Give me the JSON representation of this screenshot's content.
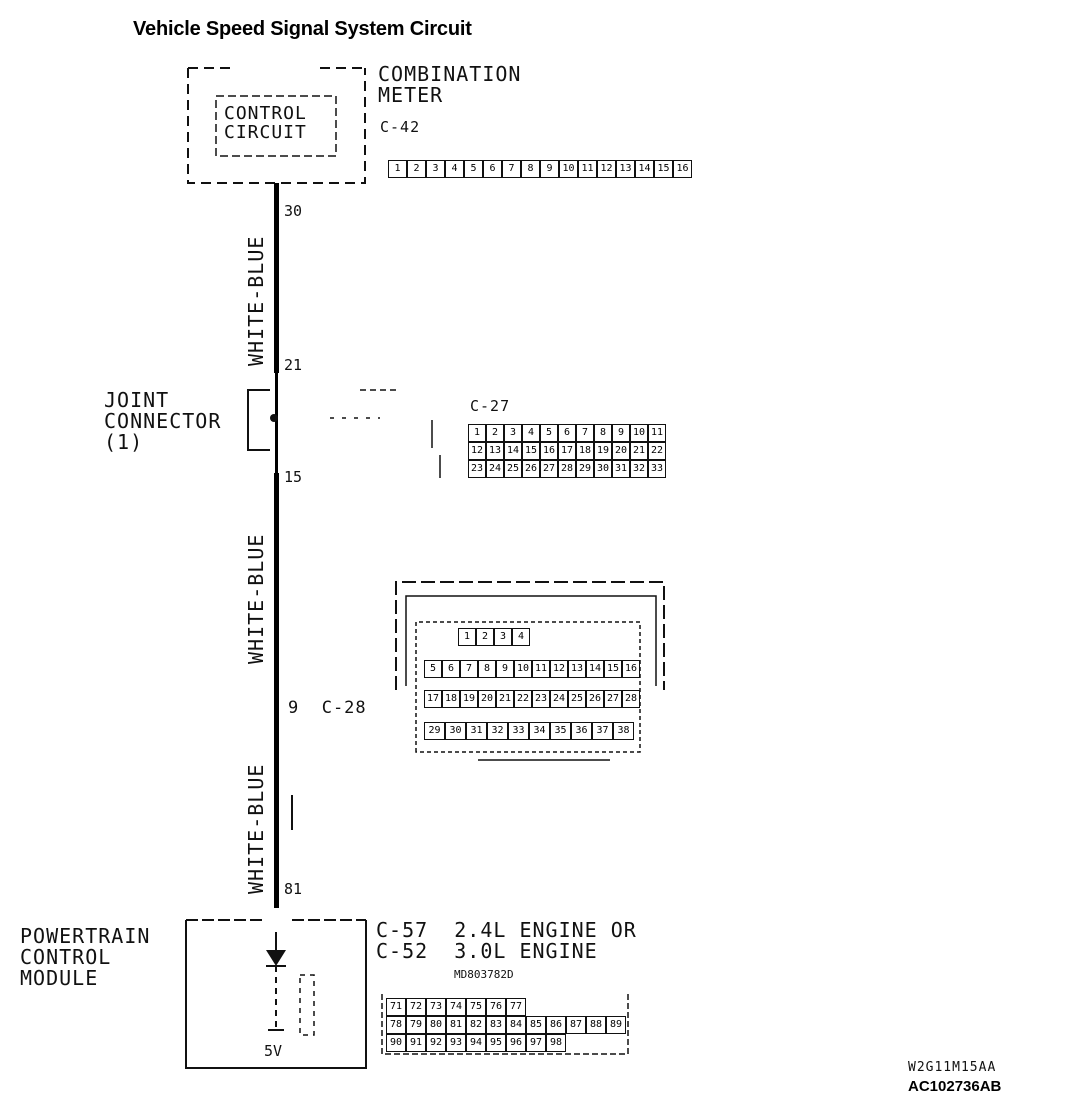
{
  "title": "Vehicle Speed Signal System Circuit",
  "combination_meter": {
    "label": "COMBINATION\nMETER",
    "connector": "C-42",
    "inner_box": "CONTROL\nCIRCUIT",
    "pin_top": "30",
    "cells": [
      "1",
      "2",
      "3",
      "4",
      "5",
      "6",
      "7",
      "8",
      "9",
      "10",
      "11",
      "12",
      "13",
      "14",
      "15",
      "16"
    ]
  },
  "wire_colors": {
    "segment1": "WHITE-BLUE",
    "segment2": "WHITE-BLUE",
    "segment3": "WHITE-BLUE"
  },
  "joint_connector": {
    "label": "JOINT\nCONNECTOR\n(1)",
    "connector": "C-27",
    "pin_in": "21",
    "pin_out": "15",
    "cells_row1": [
      "1",
      "2",
      "3",
      "4",
      "5",
      "6",
      "7",
      "8",
      "9",
      "10",
      "11"
    ],
    "cells_row2": [
      "12",
      "13",
      "14",
      "15",
      "16",
      "17",
      "18",
      "19",
      "20",
      "21",
      "22"
    ],
    "cells_row3": [
      "23",
      "24",
      "25",
      "26",
      "27",
      "28",
      "29",
      "30",
      "31",
      "32",
      "33"
    ]
  },
  "mid_connector": {
    "label": "9  C-28",
    "cells_row1": [
      "1",
      "2",
      "3",
      "4"
    ],
    "cells_row2": [
      "5",
      "6",
      "7",
      "8",
      "9",
      "10",
      "11",
      "12",
      "13",
      "14",
      "15",
      "16"
    ],
    "cells_row3": [
      "17",
      "18",
      "19",
      "20",
      "21",
      "22",
      "23",
      "24",
      "25",
      "26",
      "27",
      "28"
    ],
    "cells_row4": [
      "29",
      "30",
      "31",
      "32",
      "33",
      "34",
      "35",
      "36",
      "37",
      "38"
    ]
  },
  "pcm": {
    "label": "POWERTRAIN\nCONTROL\nMODULE",
    "connector_line1": "C-57  2.4L ENGINE OR",
    "connector_line2": "C-52  3.0L ENGINE",
    "part_no": "MD803782D",
    "pin_top": "81",
    "pin_bottom": "5V",
    "cells_row1": [
      "71",
      "72",
      "73",
      "74",
      "75",
      "76",
      "77"
    ],
    "cells_row2": [
      "78",
      "79",
      "80",
      "81",
      "82",
      "83",
      "84",
      "85",
      "86",
      "87",
      "88",
      "89"
    ],
    "cells_row3": [
      "90",
      "91",
      "92",
      "93",
      "94",
      "95",
      "96",
      "97",
      "98"
    ]
  },
  "footer": {
    "code1": "W2G11M15AA",
    "code2": "AC102736AB"
  }
}
